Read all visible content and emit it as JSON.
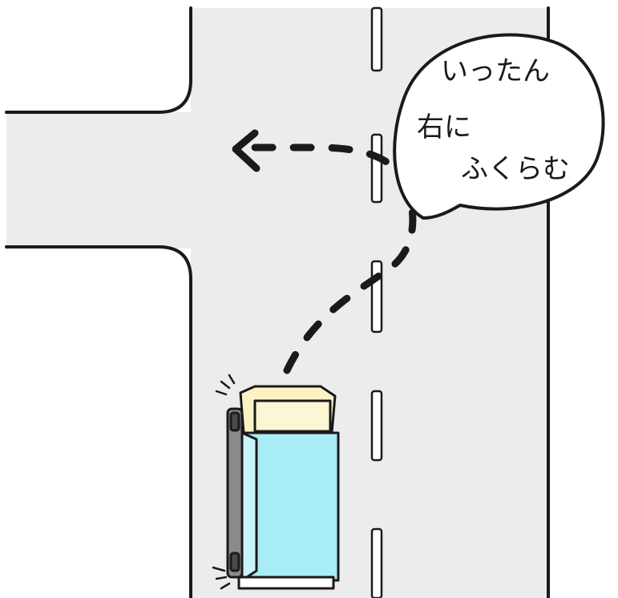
{
  "bubble": {
    "lines": [
      "いったん",
      "右に",
      "ふくらむ"
    ]
  },
  "colors": {
    "road": "#ececec",
    "outline": "#1a1a1a",
    "lane_marking": "#ffffff",
    "truck_cab": "#fbf3c6",
    "truck_body": "#a8ecf8",
    "truck_chassis": "#8a8a8a"
  },
  "icons": {
    "path_arrow": "arrow-left-icon",
    "motion_marks": "motion-lines-icon"
  }
}
